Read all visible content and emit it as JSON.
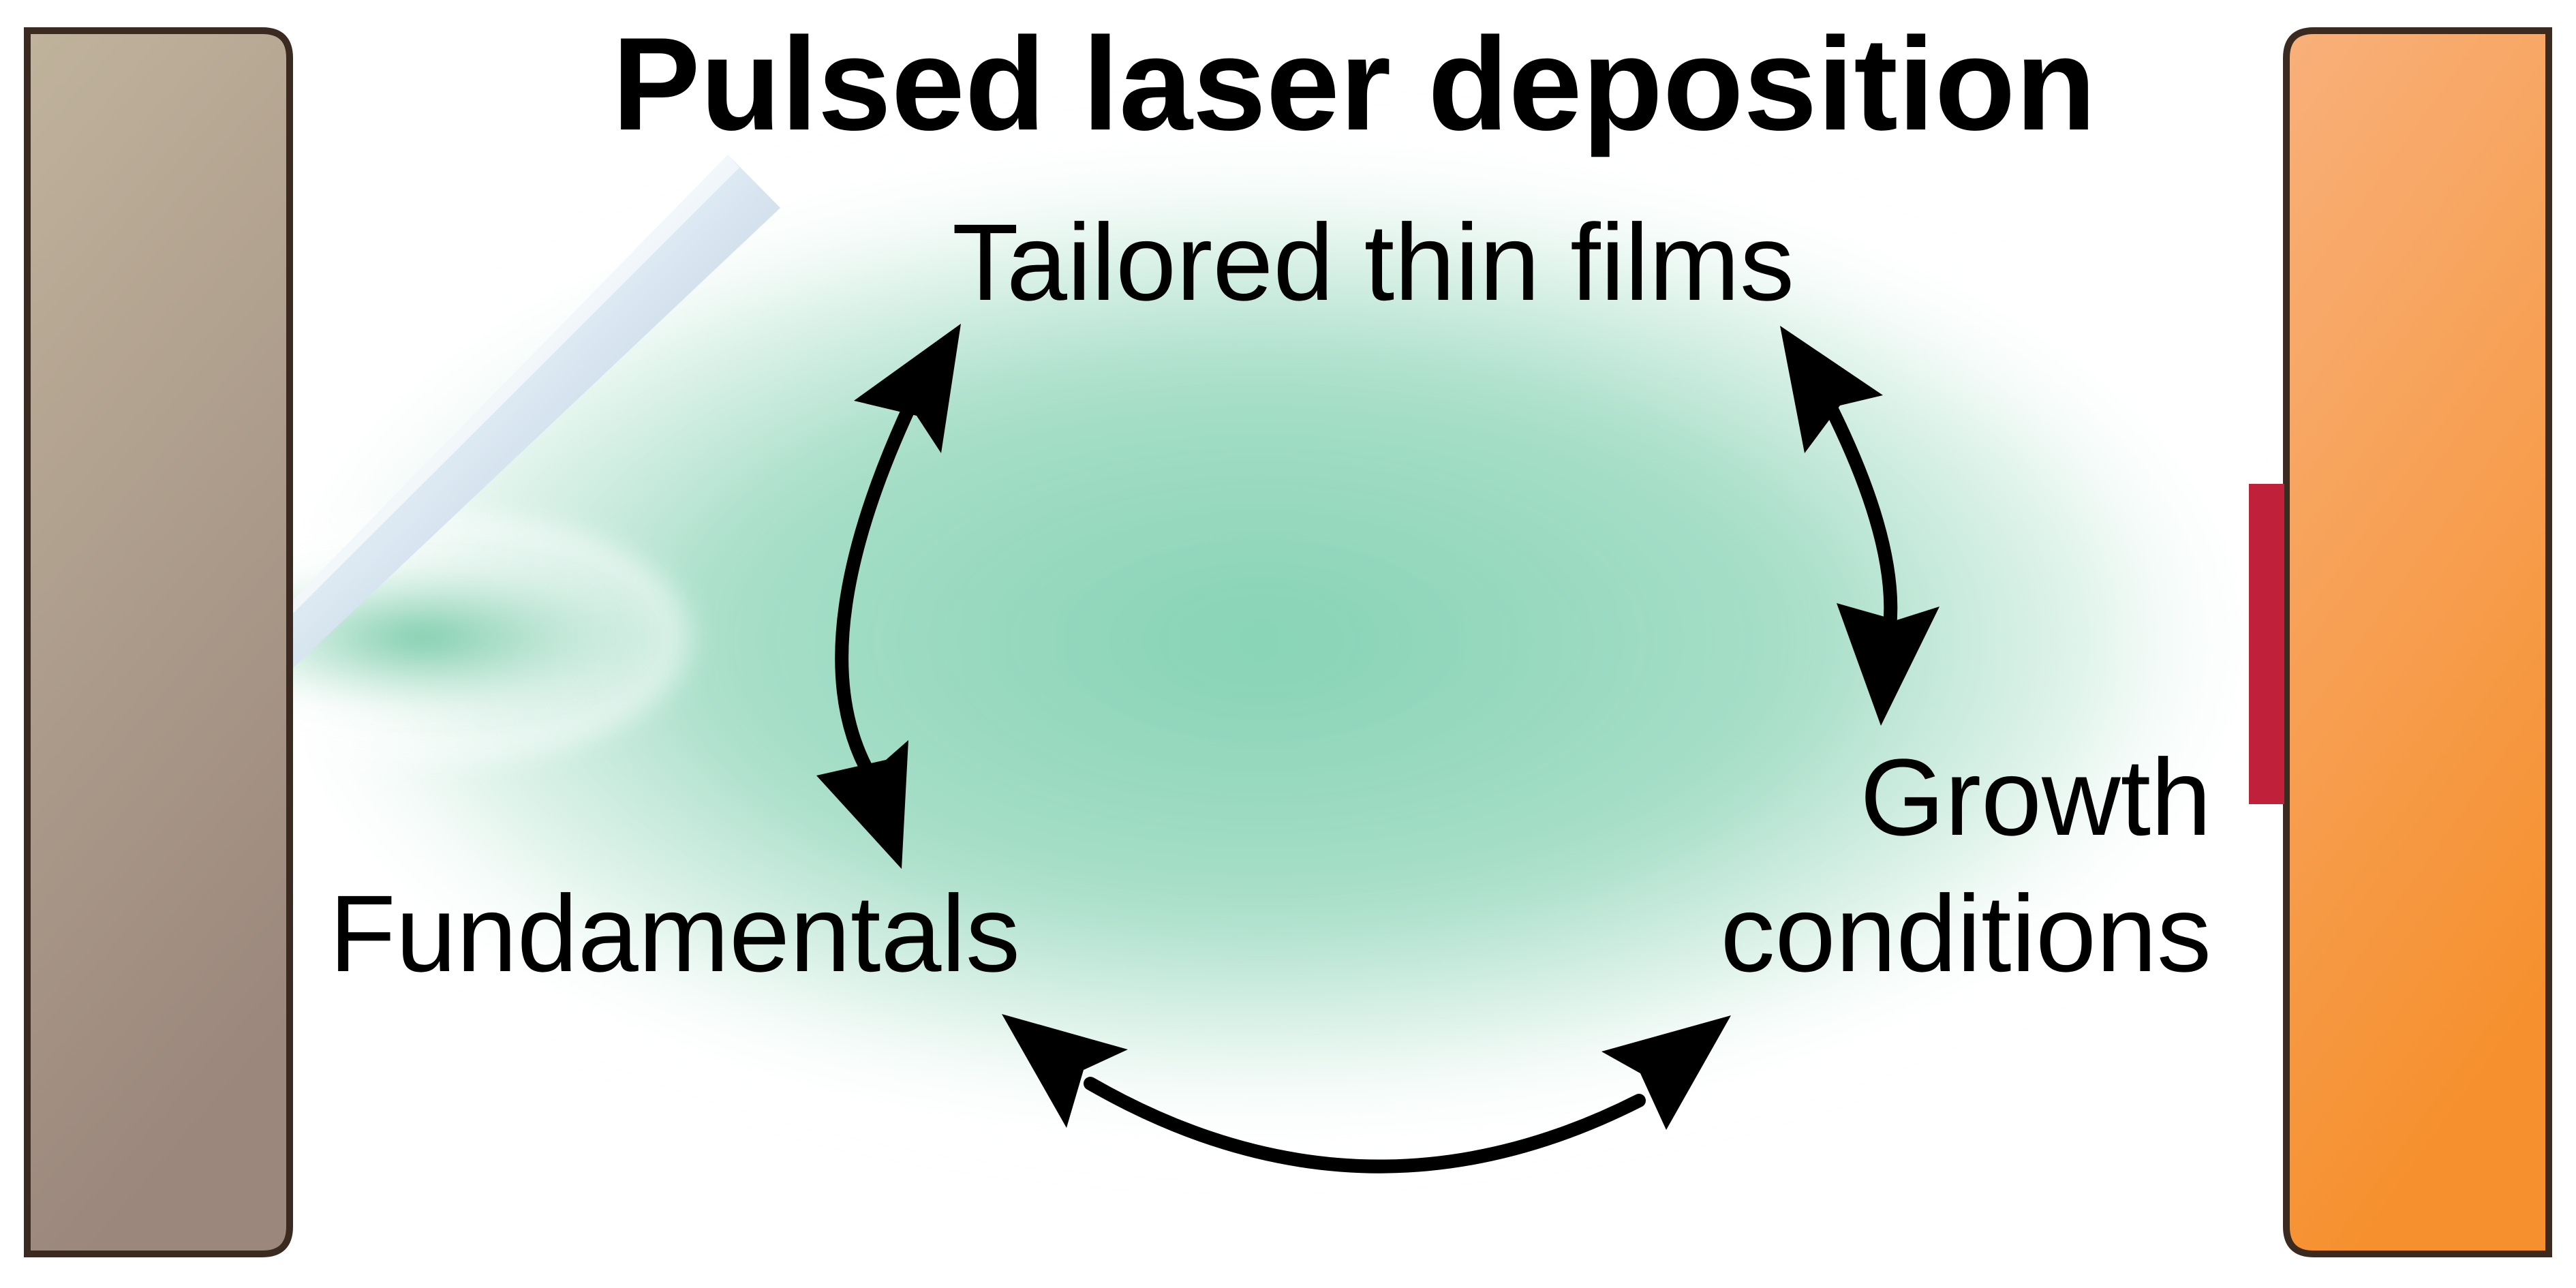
{
  "title": "Pulsed laser deposition",
  "nodes": {
    "top": "Tailored thin films",
    "left": "Fundamentals",
    "right_line1": "Growth",
    "right_line2": "conditions"
  },
  "colors": {
    "target": "#a89888",
    "substrate_holder": "#f7a05a",
    "film": "#c0203a",
    "plume": "#7ccfae",
    "laser": "#cfe0ee",
    "outline": "#3a2a20",
    "arrows": "#000000"
  },
  "icons": {
    "target": "target-block",
    "substrate": "substrate-heater-block",
    "laser": "laser-beam",
    "plume": "plasma-plume",
    "film": "deposited-film"
  }
}
